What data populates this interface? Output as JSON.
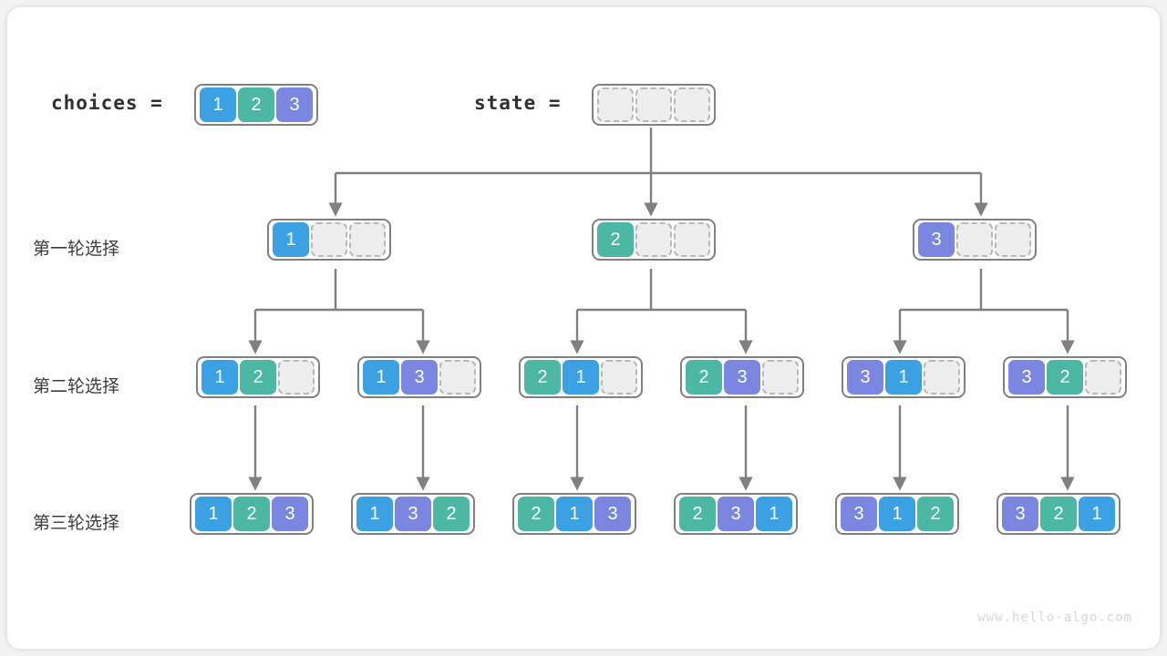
{
  "diagram": {
    "title": "permutation-backtracking-tree",
    "watermark": "www.hello-algo.com",
    "colors": {
      "value1": "#3ba1e3",
      "value2": "#4cb8a4",
      "value3": "#7a86df",
      "empty_fill": "#eeeeee",
      "empty_border": "#b8b8b8",
      "box_border": "#808080",
      "connector": "#808080",
      "text": "#3c3c3c",
      "watermark": "#d8d8d8",
      "card_bg": "#ffffff",
      "page_bg": "#f2f2f2"
    }
  },
  "header": {
    "choices_label": "choices =",
    "choices_values": [
      "1",
      "2",
      "3"
    ],
    "state_label": "state =",
    "state_values": [
      "",
      "",
      ""
    ]
  },
  "rows": [
    {
      "label": "第一轮选择"
    },
    {
      "label": "第二轮选择"
    },
    {
      "label": "第三轮选择"
    }
  ],
  "level1": [
    {
      "values": [
        "1",
        "",
        ""
      ]
    },
    {
      "values": [
        "2",
        "",
        ""
      ]
    },
    {
      "values": [
        "3",
        "",
        ""
      ]
    }
  ],
  "level2": [
    {
      "values": [
        "1",
        "2",
        ""
      ]
    },
    {
      "values": [
        "1",
        "3",
        ""
      ]
    },
    {
      "values": [
        "2",
        "1",
        ""
      ]
    },
    {
      "values": [
        "2",
        "3",
        ""
      ]
    },
    {
      "values": [
        "3",
        "1",
        ""
      ]
    },
    {
      "values": [
        "3",
        "2",
        ""
      ]
    }
  ],
  "level3": [
    {
      "values": [
        "1",
        "2",
        "3"
      ]
    },
    {
      "values": [
        "1",
        "3",
        "2"
      ]
    },
    {
      "values": [
        "2",
        "1",
        "3"
      ]
    },
    {
      "values": [
        "2",
        "3",
        "1"
      ]
    },
    {
      "values": [
        "3",
        "1",
        "2"
      ]
    },
    {
      "values": [
        "3",
        "2",
        "1"
      ]
    }
  ]
}
